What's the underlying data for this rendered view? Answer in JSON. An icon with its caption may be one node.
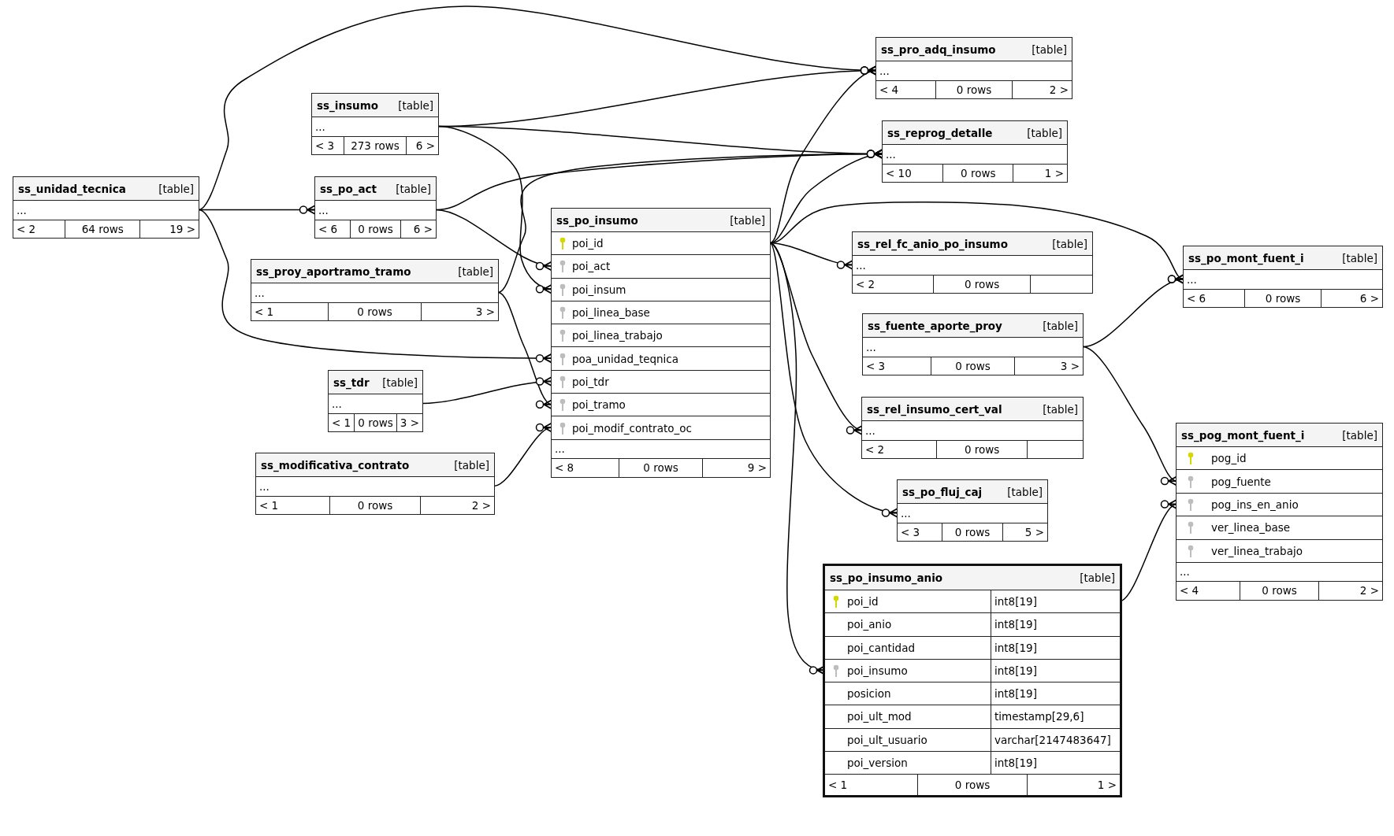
{
  "diagram": {
    "nodes": [
      {
        "text": [
          "ss_pro_adq_insumo",
          "[table]"
        ]
      },
      {
        "text": [
          "..."
        ],
        "in": 0
      },
      {
        "text": [
          "< 4",
          "0 rows",
          "2 >"
        ],
        "in": 0
      },
      {
        "text": [
          "ss_insumo",
          "[table]"
        ]
      },
      {
        "text": [
          "..."
        ],
        "in": 3
      },
      {
        "text": [
          "< 3",
          "273 rows",
          "6 >"
        ],
        "in": 3
      },
      {
        "text": [
          "ss_reprog_detalle",
          "[table]"
        ]
      },
      {
        "text": [
          "..."
        ],
        "in": 6
      },
      {
        "text": [
          "< 10",
          "0 rows",
          "1 >"
        ],
        "in": 6
      },
      {
        "text": [
          "ss_unidad_tecnica",
          "[table]"
        ]
      },
      {
        "text": [
          "..."
        ],
        "in": 9
      },
      {
        "text": [
          "< 2",
          "64 rows",
          "19 >"
        ],
        "in": 9
      },
      {
        "text": [
          "ss_po_act",
          "[table]"
        ]
      },
      {
        "text": [
          "..."
        ],
        "in": 12
      },
      {
        "text": [
          "< 6",
          "0 rows",
          "6 >"
        ],
        "in": 12
      },
      {
        "text": [
          "ss_po_insumo",
          "[table]"
        ]
      },
      {
        "text": [
          "poi_id"
        ],
        "in": 15
      },
      {
        "text": [
          "poi_act"
        ],
        "in": 15
      },
      {
        "text": [
          "poi_insum"
        ],
        "in": 15
      },
      {
        "text": [
          "poi_linea_base"
        ],
        "in": 15
      },
      {
        "text": [
          "poi_linea_trabajo"
        ],
        "in": 15
      },
      {
        "text": [
          "poa_unidad_teqnica"
        ],
        "in": 15
      },
      {
        "text": [
          "poi_tdr"
        ],
        "in": 15
      },
      {
        "text": [
          "poi_tramo"
        ],
        "in": 15
      },
      {
        "text": [
          "poi_modif_contrato_oc"
        ],
        "in": 15
      },
      {
        "text": [
          "..."
        ],
        "in": 15
      },
      {
        "text": [
          "< 8",
          "0 rows",
          "9 >"
        ],
        "in": 15
      },
      {
        "text": [
          "ss_rel_fc_anio_po_insumo",
          "[table]"
        ]
      },
      {
        "text": [
          "..."
        ],
        "in": 27
      },
      {
        "text": [
          "< 2",
          "0 rows"
        ],
        "in": 27
      },
      {
        "text": [
          "ss_po_mont_fuent_i",
          "[table]"
        ]
      },
      {
        "text": [
          "..."
        ],
        "in": 30
      },
      {
        "text": [
          "< 6",
          "0 rows",
          "6 >"
        ],
        "in": 30
      },
      {
        "text": [
          "ss_proy_aportramo_tramo",
          "[table]"
        ]
      },
      {
        "text": [
          "..."
        ],
        "in": 33
      },
      {
        "text": [
          "< 1",
          "0 rows",
          "3 >"
        ],
        "in": 33
      },
      {
        "text": [
          "ss_fuente_aporte_proy",
          "[table]"
        ]
      },
      {
        "text": [
          "..."
        ],
        "in": 36
      },
      {
        "text": [
          "< 3",
          "0 rows",
          "3 >"
        ],
        "in": 36
      },
      {
        "text": [
          "ss_tdr",
          "[table]"
        ]
      },
      {
        "text": [
          "..."
        ],
        "in": 39
      },
      {
        "text": [
          "< 1",
          "0 rows",
          "3 >"
        ],
        "in": 39
      },
      {
        "text": [
          "ss_rel_insumo_cert_val",
          "[table]"
        ]
      },
      {
        "text": [
          "..."
        ],
        "in": 42
      },
      {
        "text": [
          "< 2",
          "0 rows"
        ],
        "in": 42
      },
      {
        "text": [
          "ss_pog_mont_fuent_i",
          "[table]"
        ]
      },
      {
        "text": [
          "pog_id"
        ],
        "in": 45
      },
      {
        "text": [
          "pog_fuente"
        ],
        "in": 45
      },
      {
        "text": [
          "pog_ins_en_anio"
        ],
        "in": 45
      },
      {
        "text": [
          "ver_linea_base"
        ],
        "in": 45
      },
      {
        "text": [
          "ver_linea_trabajo"
        ],
        "in": 45
      },
      {
        "text": [
          "..."
        ],
        "in": 45
      },
      {
        "text": [
          "< 4",
          "0 rows",
          "2 >"
        ],
        "in": 45
      },
      {
        "text": [
          "ss_modificativa_contrato",
          "[table]"
        ]
      },
      {
        "text": [
          "..."
        ],
        "in": 53
      },
      {
        "text": [
          "< 1",
          "0 rows",
          "2 >"
        ],
        "in": 53
      },
      {
        "text": [
          "ss_po_fluj_caj",
          "[table]"
        ]
      },
      {
        "text": [
          "..."
        ],
        "in": 56
      },
      {
        "text": [
          "< 3",
          "0 rows",
          "5 >"
        ],
        "in": 56
      },
      {
        "text": [
          "ss_po_insumo_anio",
          "[table]"
        ]
      },
      {
        "text": [
          "poi_id",
          "int8[19]"
        ],
        "in": 59
      },
      {
        "text": [
          "poi_anio",
          "int8[19]"
        ],
        "in": 59
      },
      {
        "text": [
          "poi_cantidad",
          "int8[19]"
        ],
        "in": 59
      },
      {
        "text": [
          "poi_insumo",
          "int8[19]"
        ],
        "in": 59
      },
      {
        "text": [
          "posicion",
          "int8[19]"
        ],
        "in": 59
      },
      {
        "text": [
          "poi_ult_mod",
          "timestamp[29,6]"
        ],
        "in": 59
      },
      {
        "text": [
          "poi_ult_usuario",
          "varchar[2147483647]"
        ],
        "in": 59
      },
      {
        "text": [
          "poi_version",
          "int8[19]"
        ],
        "in": 59
      },
      {
        "text": [
          "< 1",
          "0 rows",
          "1 >"
        ],
        "in": 59
      }
    ],
    "edges": [
      {
        "from": 10,
        "to": 1,
        "arrow": "other"
      },
      {
        "from": 10,
        "to": 13,
        "arrow": "other"
      },
      {
        "from": 10,
        "to": 21,
        "arrow": "other"
      },
      {
        "from": 4,
        "to": 1,
        "arrow": "other"
      },
      {
        "from": 4,
        "to": 7,
        "arrow": "other"
      },
      {
        "from": 4,
        "to": 18,
        "arrow": "other"
      },
      {
        "from": 13,
        "to": 7,
        "arrow": "other"
      },
      {
        "from": 13,
        "to": 17,
        "arrow": "other"
      },
      {
        "from": 34,
        "to": 7,
        "arrow": "other"
      },
      {
        "from": 34,
        "to": 23,
        "arrow": "other"
      },
      {
        "from": 40,
        "to": 22,
        "arrow": "other"
      },
      {
        "from": 54,
        "to": 24,
        "arrow": "other"
      },
      {
        "from": 16,
        "to": 1,
        "arrow": "other"
      },
      {
        "from": 16,
        "to": 7,
        "arrow": "other"
      },
      {
        "from": 16,
        "to": 31,
        "arrow": "other"
      },
      {
        "from": 16,
        "to": 28,
        "arrow": "other"
      },
      {
        "from": 16,
        "to": 43,
        "arrow": "other"
      },
      {
        "from": 16,
        "to": 57,
        "arrow": "other"
      },
      {
        "from": 16,
        "to": 63,
        "arrow": "other"
      },
      {
        "from": 37,
        "to": 31,
        "arrow": "other"
      },
      {
        "from": 37,
        "to": 47,
        "arrow": "other"
      },
      {
        "from": 60,
        "to": 48,
        "arrow": "other"
      }
    ]
  }
}
